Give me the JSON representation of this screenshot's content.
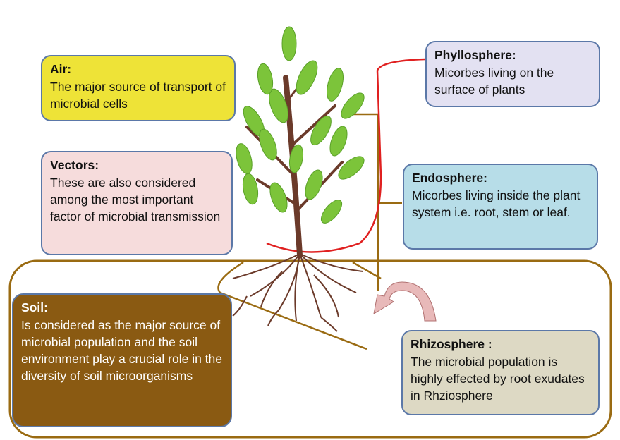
{
  "boxes": {
    "air": {
      "title": "Air:",
      "body": "The major source of transport of microbial cells"
    },
    "vectors": {
      "title": "Vectors:",
      "body": "These are also considered among the most important factor of microbial transmission"
    },
    "phyllosphere": {
      "title": "Phyllosphere:",
      "body": "Micorbes living on the surface of plants"
    },
    "endosphere": {
      "title": "Endosphere:",
      "body": "Micorbes living inside the plant system i.e. root, stem or leaf."
    },
    "soil": {
      "title": "Soil:",
      "body": "Is considered as the major source of microbial population and the soil environment play a crucial role in the diversity of soil microorganisms"
    },
    "rhizosphere": {
      "title": "Rhizosphere :",
      "body": "The microbial population is highly effected by root exudates in Rhziosphere"
    }
  },
  "colors": {
    "air_fill": "#eee337",
    "vectors_fill": "#f6dcdc",
    "phyllosphere_fill": "#e3e1f2",
    "endosphere_fill": "#b7dde8",
    "soil_fill": "#8a5a12",
    "rhizosphere_fill": "#ddd9c4",
    "box_border": "#5b78a8",
    "soil_outline": "#9a6b12",
    "red_line": "#e02020",
    "leaf": "#7cc43a",
    "stem": "#6b3a2a",
    "arrow_fill": "#e8b9b9"
  }
}
